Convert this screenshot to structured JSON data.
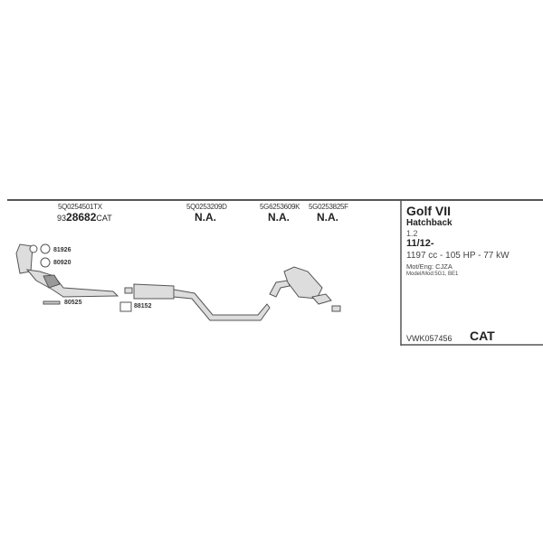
{
  "parts": [
    {
      "number": "5Q0254501TX",
      "ref_prefix": "93",
      "ref_main": "28682",
      "ref_suffix": "CAT"
    },
    {
      "number": "5Q0253209D",
      "ref": "N.A."
    },
    {
      "number": "5G6253609K",
      "ref": "N.A."
    },
    {
      "number": "5G0253825F",
      "ref": "N.A."
    }
  ],
  "accessories": [
    "81926",
    "80920",
    "80525",
    "88152"
  ],
  "vehicle": {
    "model": "Golf VII",
    "body": "Hatchback",
    "engine_size": "1.2",
    "date": "11/12-",
    "specs": "1197 cc - 105 HP - 77 kW",
    "engine_code": "Mot/Eng: CJZA",
    "model_code": "Model/Mod:5G1, BE1"
  },
  "kit": {
    "code": "VWK057456",
    "type": "CAT"
  }
}
